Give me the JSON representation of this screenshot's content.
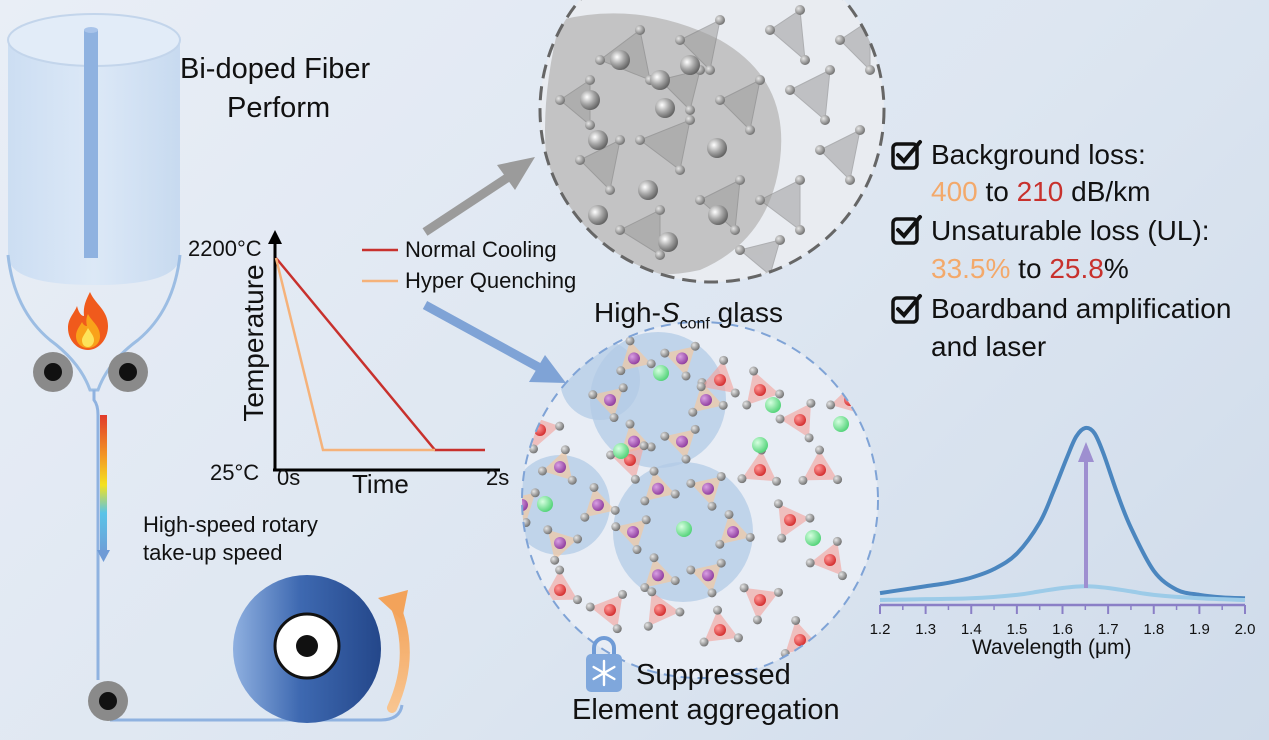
{
  "colors": {
    "normal_cooling": "#c8312d",
    "hyper_quenching": "#f5b27a",
    "fiber_blue": "#7fa8d8",
    "spool_blue": "#2e5a9e",
    "curve_dark": "#4b86bf",
    "curve_light": "#9ccbe8",
    "arrow_purple": "#9e8fd0",
    "ion_green": "#7fe39d",
    "ion_red": "#e84a4a",
    "ion_purple": "#a55ab5"
  },
  "preform": {
    "title_line1": "Bi-doped Fiber",
    "title_line2": "Perform",
    "flame_icon": "flame-icon"
  },
  "drawing": {
    "speed_line1": "High-speed rotary",
    "speed_line2": "take-up speed"
  },
  "cooling_chart": {
    "ylabel": "Temperature",
    "xlabel": "Time",
    "y_top": "2200°C",
    "y_bottom": "25°C",
    "x_start": "0s",
    "x_end": "2s",
    "legend": [
      "Normal Cooling",
      "Hyper Quenching"
    ]
  },
  "glass": {
    "title_prefix": "High-",
    "title_symbol": "S",
    "title_sub": "conf",
    "title_suffix": " glass",
    "caption_line1": "Suppressed",
    "caption_line2": "Element aggregation",
    "lock_icon": "snowflake-lock-icon"
  },
  "benefits": {
    "item1": "Background loss:",
    "item1_from": "400",
    "item1_mid": " to ",
    "item1_to": "210",
    "item1_unit": " dB/km",
    "item2": "Unsaturable loss (UL):",
    "item2_from": "33.5%",
    "item2_mid": " to ",
    "item2_to": "25.8",
    "item2_unit": "%",
    "item3_line1": "Boardband amplification",
    "item3_line2": "and laser"
  },
  "chart_data": {
    "type": "line",
    "xlabel": "Wavelength (μm)",
    "xlim": [
      1.2,
      2.0
    ],
    "xticks": [
      "1.2",
      "1.3",
      "1.4",
      "1.5",
      "1.6",
      "1.7",
      "1.8",
      "1.9",
      "2.0"
    ],
    "ylim": [
      0,
      1
    ],
    "series": [
      {
        "x": [
          1.2,
          1.25,
          1.3,
          1.35,
          1.4,
          1.45,
          1.5,
          1.55,
          1.58,
          1.61,
          1.63,
          1.65,
          1.67,
          1.69,
          1.72,
          1.75,
          1.8,
          1.85,
          1.9,
          1.95,
          2.0
        ],
        "values": [
          0.04,
          0.06,
          0.08,
          0.1,
          0.13,
          0.18,
          0.27,
          0.45,
          0.63,
          0.83,
          0.95,
          1.0,
          0.97,
          0.85,
          0.62,
          0.42,
          0.17,
          0.06,
          0.03,
          0.015,
          0.01
        ]
      },
      {
        "x": [
          1.2,
          1.3,
          1.4,
          1.5,
          1.55,
          1.6,
          1.65,
          1.7,
          1.75,
          1.8,
          1.9,
          2.0
        ],
        "values": [
          0.0,
          0.005,
          0.01,
          0.03,
          0.05,
          0.07,
          0.08,
          0.07,
          0.05,
          0.03,
          0.01,
          0.0
        ]
      }
    ]
  }
}
